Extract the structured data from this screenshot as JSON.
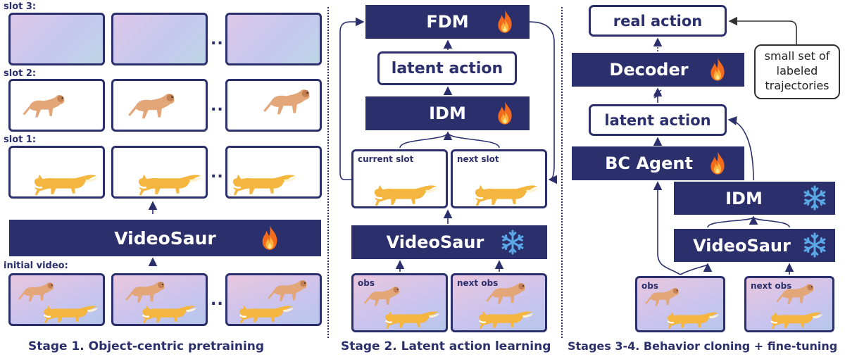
{
  "stage1": {
    "slot3_label": "slot 3:",
    "slot2_label": "slot 2:",
    "slot1_label": "slot 1:",
    "initial_label": "initial video:",
    "videosaur": "VideoSaur",
    "ellipsis": "...",
    "caption": "Stage 1. Object-centric pretraining"
  },
  "stage2": {
    "fdm": "FDM",
    "latent_action": "latent action",
    "idm": "IDM",
    "current_slot": "current slot",
    "next_slot": "next slot",
    "videosaur": "VideoSaur",
    "obs": "obs",
    "next_obs": "next obs",
    "caption": "Stage 2. Latent action learning"
  },
  "stage3": {
    "real_action": "real action",
    "decoder": "Decoder",
    "note_line1": "small set of",
    "note_line2": "labeled",
    "note_line3": "trajectories",
    "latent_action": "latent action",
    "bc_agent": "BC Agent",
    "idm": "IDM",
    "videosaur": "VideoSaur",
    "obs": "obs",
    "next_obs": "next obs",
    "caption": "Stages 3-4. Behavior cloning + fine-tuning"
  },
  "icons": {
    "trainable": "fire-icon",
    "frozen": "snowflake-icon"
  },
  "colors": {
    "navy": "#2b2f6b",
    "fire": "#f26b1d",
    "snow": "#5aa9e6"
  }
}
